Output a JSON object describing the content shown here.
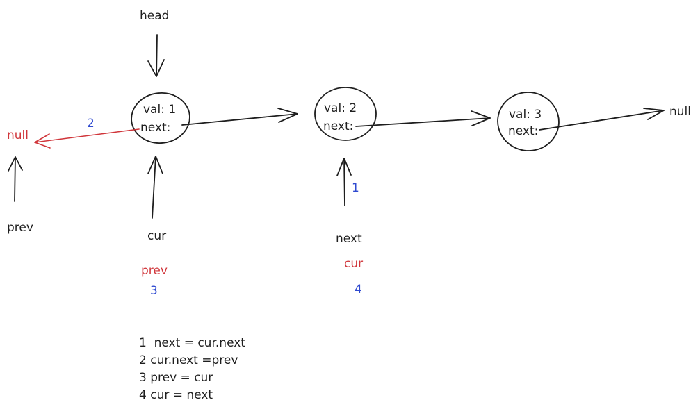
{
  "labels": {
    "head": "head",
    "null_left": "null",
    "null_right": "null",
    "prev_top": "prev",
    "cur": "cur",
    "next": "next",
    "prev_red": "prev",
    "cur_red": "cur"
  },
  "nodes": [
    {
      "val": "val: 1",
      "next": "next:"
    },
    {
      "val": "val: 2",
      "next": "next:"
    },
    {
      "val": "val: 3",
      "next": "next:"
    }
  ],
  "step_markers": {
    "red_arrow": "2",
    "next_arrow": "1",
    "under_cur": "3",
    "under_next": "4"
  },
  "steps": [
    "1  next = cur.next",
    "2 cur.next =prev",
    "3 prev = cur",
    "4 cur = next"
  ],
  "colors": {
    "ink": "#1e1e1e",
    "red": "#d0353a",
    "blue": "#2f4ad0"
  }
}
